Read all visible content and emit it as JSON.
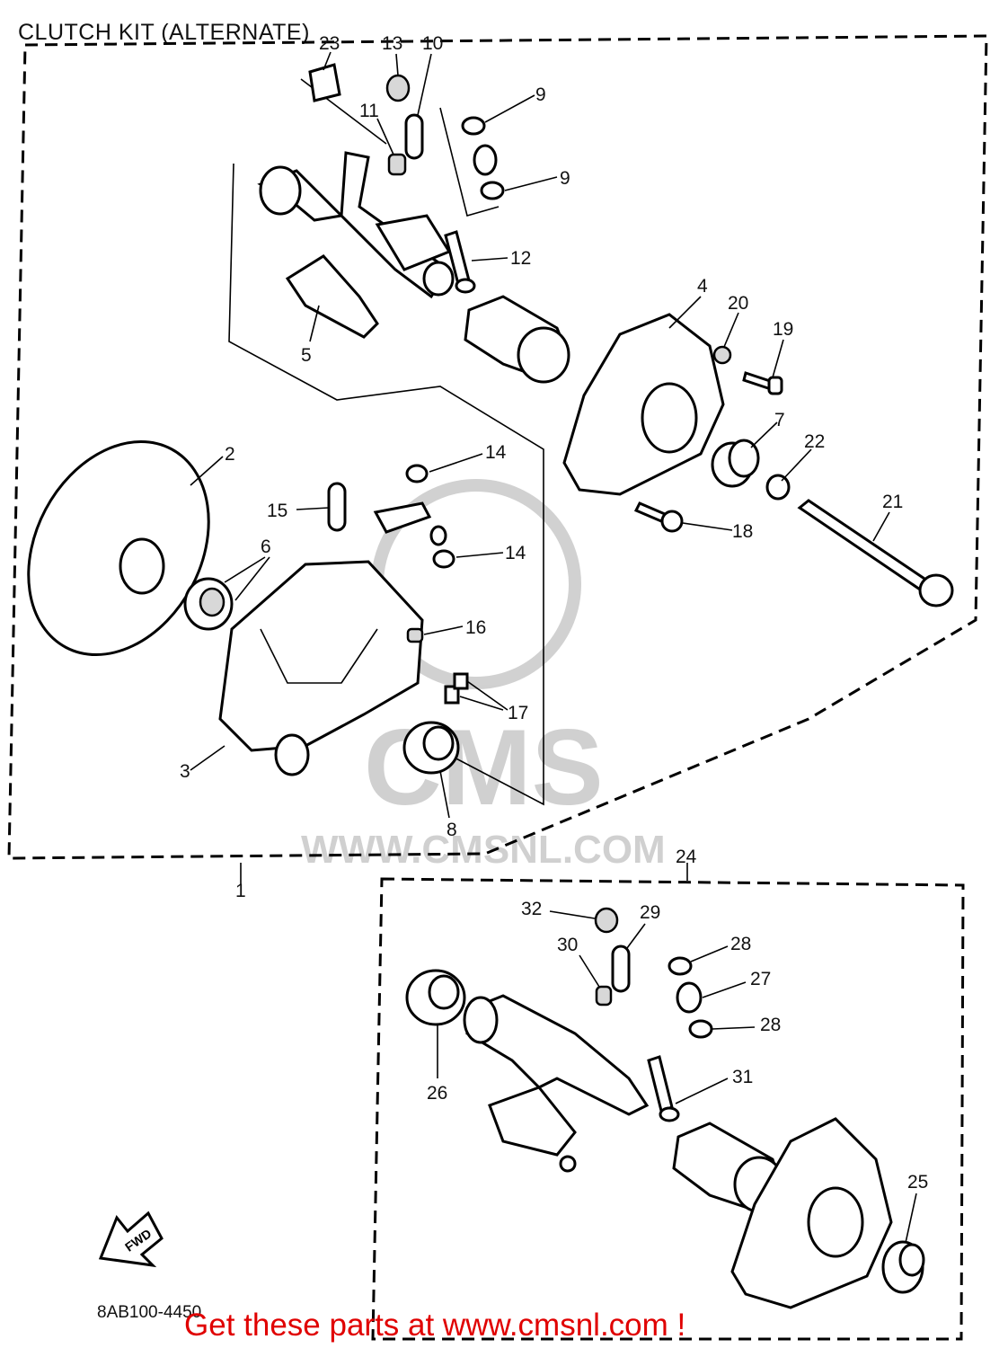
{
  "title": "CLUTCH KIT (ALTERNATE)",
  "diagram_code": "8AB100-4450",
  "banner": "Get these parts at www.cmsnl.com !",
  "watermark": "WWW.CMSNL.COM",
  "watermark_logo": "CMS",
  "fwd_label": "FWD",
  "accent_color": "#e00000",
  "callouts": [
    "1",
    "2",
    "3",
    "4",
    "5",
    "6",
    "7",
    "8",
    "9",
    "9",
    "10",
    "11",
    "12",
    "13",
    "14",
    "14",
    "15",
    "16",
    "17",
    "18",
    "19",
    "20",
    "21",
    "22",
    "23",
    "24",
    "25",
    "26",
    "27",
    "28",
    "28",
    "29",
    "30",
    "31",
    "32"
  ]
}
